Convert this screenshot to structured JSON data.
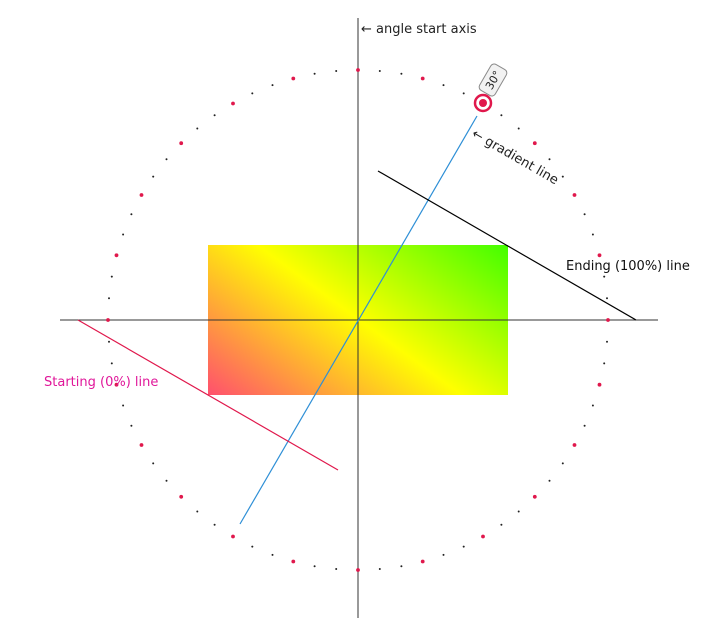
{
  "labels": {
    "angle_start_axis": "← angle start axis",
    "gradient_line": "← gradient line",
    "ending_line": "Ending (100%) line",
    "starting_line": "Starting (0%) line",
    "angle_value": "30°"
  },
  "gradient": {
    "angle_deg": 30,
    "stops": [
      "#ff1493",
      "#ffff00",
      "#00ff00"
    ]
  },
  "colors": {
    "axis": "#333333",
    "gradient_line": "#2e8fd6",
    "ending_line": "#000000",
    "starting_line": "#e0184c",
    "starting_label": "#e0189a",
    "dot_major": "#e0184c",
    "dot_minor": "#222222",
    "knob": "#e0184c"
  }
}
